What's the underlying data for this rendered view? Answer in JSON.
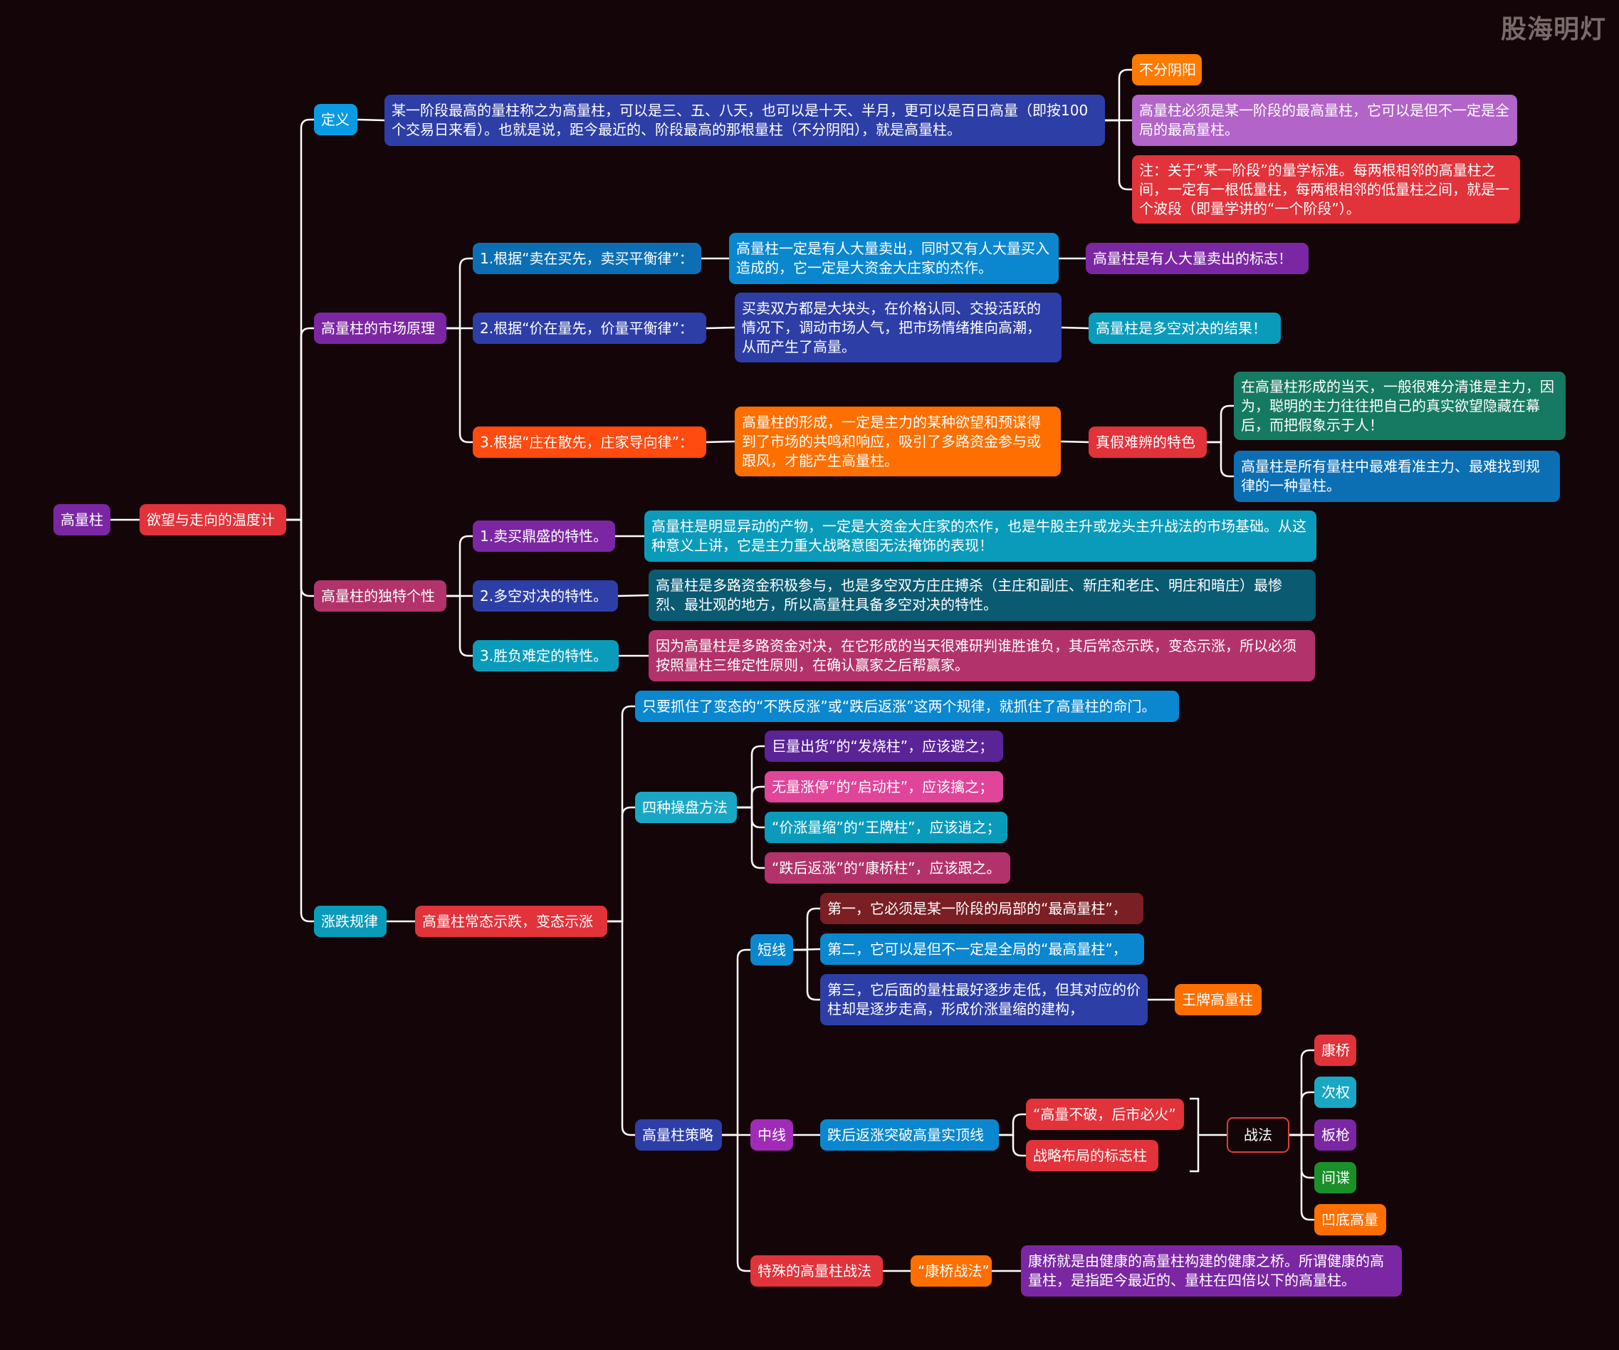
{
  "watermark": "股海明灯",
  "colors": {
    "background": "#140608",
    "line": "#ffffff"
  },
  "nodes": {
    "root": "高量柱",
    "l1": "欲望与走向的温度计",
    "def": "定义",
    "def_text": "某一阶段最高的量柱称之为高量柱，可以是三、五、八天，也可以是十天、半月，更可以是百日高量（即按100个交易日来看）。也就是说，距今最近的、阶段最高的那根量柱（不分阴阳），就是高量柱。",
    "def_n1": "不分阴阳",
    "def_n2": "高量柱必须是某一阶段的最高量柱，它可以是但不一定是全局的最高量柱。",
    "def_n3": "注：关于“某一阶段”的量学标准。每两根相邻的高量柱之间，一定有一根低量柱，每两根相邻的低量柱之间，就是一个波段（即量学讲的“一个阶段”）。",
    "mkt": "高量柱的市场原理",
    "mkt1": "1.根据“卖在买先，卖买平衡律”：",
    "mkt1_t": "高量柱一定是有人大量卖出，同时又有人大量买入造成的，它一定是大资金大庄家的杰作。",
    "mkt1_r": "高量柱是有人大量卖出的标志！",
    "mkt2": "2.根据“价在量先，价量平衡律”：",
    "mkt2_t": "买卖双方都是大块头，在价格认同、交投活跃的情况下，调动市场人气，把市场情绪推向高潮，从而产生了高量。",
    "mkt2_r": "高量柱是多空对决的结果！",
    "mkt3": "3.根据“庄在散先，庄家导向律”：",
    "mkt3_t": "高量柱的形成，一定是主力的某种欲望和预谋得到了市场的共鸣和响应，吸引了多路资金参与或跟风，才能产生高量柱。",
    "mkt3_r": "真假难辨的特色",
    "mkt3_r1": "在高量柱形成的当天，一般很难分清谁是主力，因为，聪明的主力往往把自己的真实欲望隐藏在幕后，而把假象示于人！",
    "mkt3_r2": "高量柱是所有量柱中最难看准主力、最难找到规律的一种量柱。",
    "uniq": "高量柱的独特个性",
    "u1": "1.卖买鼎盛的特性。",
    "u1_t": "高量柱是明显异动的产物，一定是大资金大庄家的杰作，也是牛股主升或龙头主升战法的市场基础。从这种意义上讲，它是主力重大战略意图无法掩饰的表现！",
    "u2": "2.多空对决的特性。",
    "u2_t": "高量柱是多路资金积极参与，也是多空双方庄庄搏杀（主庄和副庄、新庄和老庄、明庄和暗庄）最惨烈、最壮观的地方，所以高量柱具备多空对决的特性。",
    "u3": "3.胜负难定的特性。",
    "u3_t": "因为高量柱是多路资金对决，在它形成的当天很难研判谁胜谁负，其后常态示跌，变态示涨，所以必须按照量柱三维定性原则，在确认赢家之后帮赢家。",
    "rule": "涨跌规律",
    "rule_a": "高量柱常态示跌，变态示涨",
    "r_top": "只要抓住了变态的“不跌反涨”或“跌后返涨”这两个规律，就抓住了高量柱的命门。",
    "four": "四种操盘方法",
    "f1": "巨量出货”的“发烧柱”，应该避之；",
    "f2": "无量涨停”的“启动柱”，应该擒之；",
    "f3": "“价涨量缩”的“王牌柱”，应该逍之；",
    "f4": "“跌后返涨”的“康桥柱”，应该跟之。",
    "strat": "高量柱策略",
    "short": "短线",
    "s1": "第一，它必须是某一阶段的局部的“最高量柱”，",
    "s2": "第二，它可以是但不一定是全局的“最高量柱”，",
    "s3": "第三，它后面的量柱最好逐步走低，但其对应的价柱却是逐步走高，形成价涨量缩的建构，",
    "s3_r": "王牌高量柱",
    "mid": "中线",
    "m1": "跌后返涨突破高量实顶线",
    "m1a": "“高量不破，后市必火”",
    "m1b": "战略布局的标志柱",
    "tac": "战法",
    "t1": "康桥",
    "t2": "次权",
    "t3": "板枪",
    "t4": "间谍",
    "t5": "凹底高量",
    "sp": "特殊的高量柱战法",
    "sp1": "“康桥战法”",
    "sp1_t": "康桥就是由健康的高量柱构建的健康之桥。所谓健康的高量柱，是指距今最近的、量柱在四倍以下的高量柱。"
  }
}
